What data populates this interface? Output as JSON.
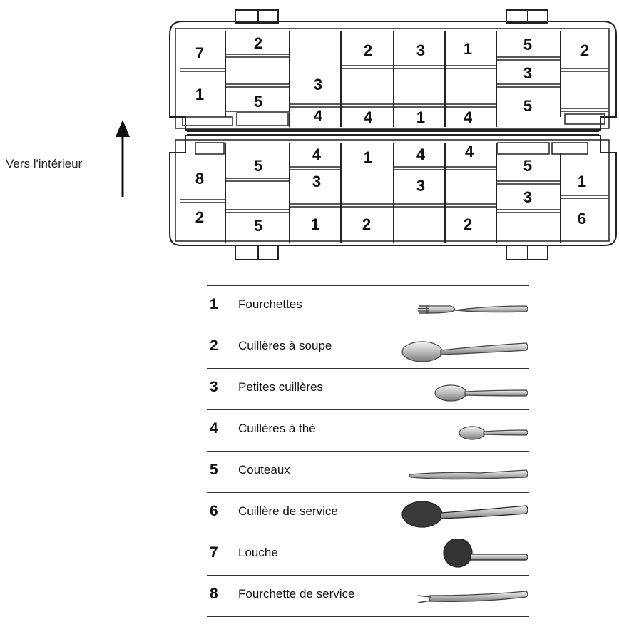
{
  "direction_label": "Vers l'intérieur",
  "basket": {
    "top_section": [
      "7",
      "2",
      "2",
      "3",
      "1",
      "5",
      "2",
      "3",
      "3",
      "1",
      "5",
      "5",
      "4",
      "4",
      "1",
      "4"
    ],
    "bottom_section": [
      "4",
      "1",
      "4",
      "4",
      "8",
      "5",
      "3",
      "3",
      "5",
      "1",
      "3",
      "2",
      "5",
      "1",
      "2",
      "2",
      "6"
    ]
  },
  "legend": [
    {
      "num": "1",
      "label": "Fourchettes",
      "icon": "fork-icon"
    },
    {
      "num": "2",
      "label": "Cuillères à soupe",
      "icon": "soup-spoon-icon"
    },
    {
      "num": "3",
      "label": "Petites cuillères",
      "icon": "small-spoon-icon"
    },
    {
      "num": "4",
      "label": "Cuillères à thé",
      "icon": "tea-spoon-icon"
    },
    {
      "num": "5",
      "label": "Couteaux",
      "icon": "knife-icon"
    },
    {
      "num": "6",
      "label": "Cuillère de service",
      "icon": "serving-spoon-icon"
    },
    {
      "num": "7",
      "label": "Louche",
      "icon": "ladle-icon"
    },
    {
      "num": "8",
      "label": "Fourchette de service",
      "icon": "serving-fork-icon"
    }
  ]
}
